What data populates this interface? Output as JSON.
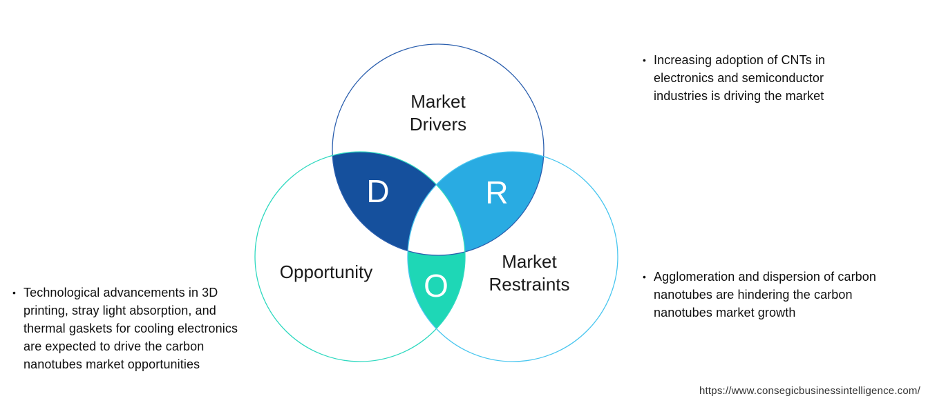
{
  "venn": {
    "drivers": {
      "label_line1": "Market",
      "label_line2": "Drivers",
      "letter": "D",
      "stroke": "#2b5fae",
      "region_fill": "#15509d"
    },
    "restraints": {
      "label_line1": "Market",
      "label_line2": "Restraints",
      "letter": "R",
      "stroke": "#49c6ef",
      "region_fill": "#29abe2"
    },
    "opportunity": {
      "label": "Opportunity",
      "letter": "O",
      "stroke": "#2fd9c0",
      "region_fill": "#1ed7b6"
    }
  },
  "bullets": {
    "marker": "•"
  },
  "annotations": {
    "driver_note": "Increasing adoption of CNTs in electronics and semiconductor industries is driving the market",
    "restraint_note": "Agglomeration and dispersion of carbon nanotubes are hindering the carbon nanotubes market growth",
    "opportunity_note": "Technological advancements in 3D printing, stray light absorption, and thermal gaskets for cooling electronics are expected to drive the carbon nanotubes market opportunities"
  },
  "footer": {
    "url": "https://www.consegicbusinessintelligence.com/"
  }
}
